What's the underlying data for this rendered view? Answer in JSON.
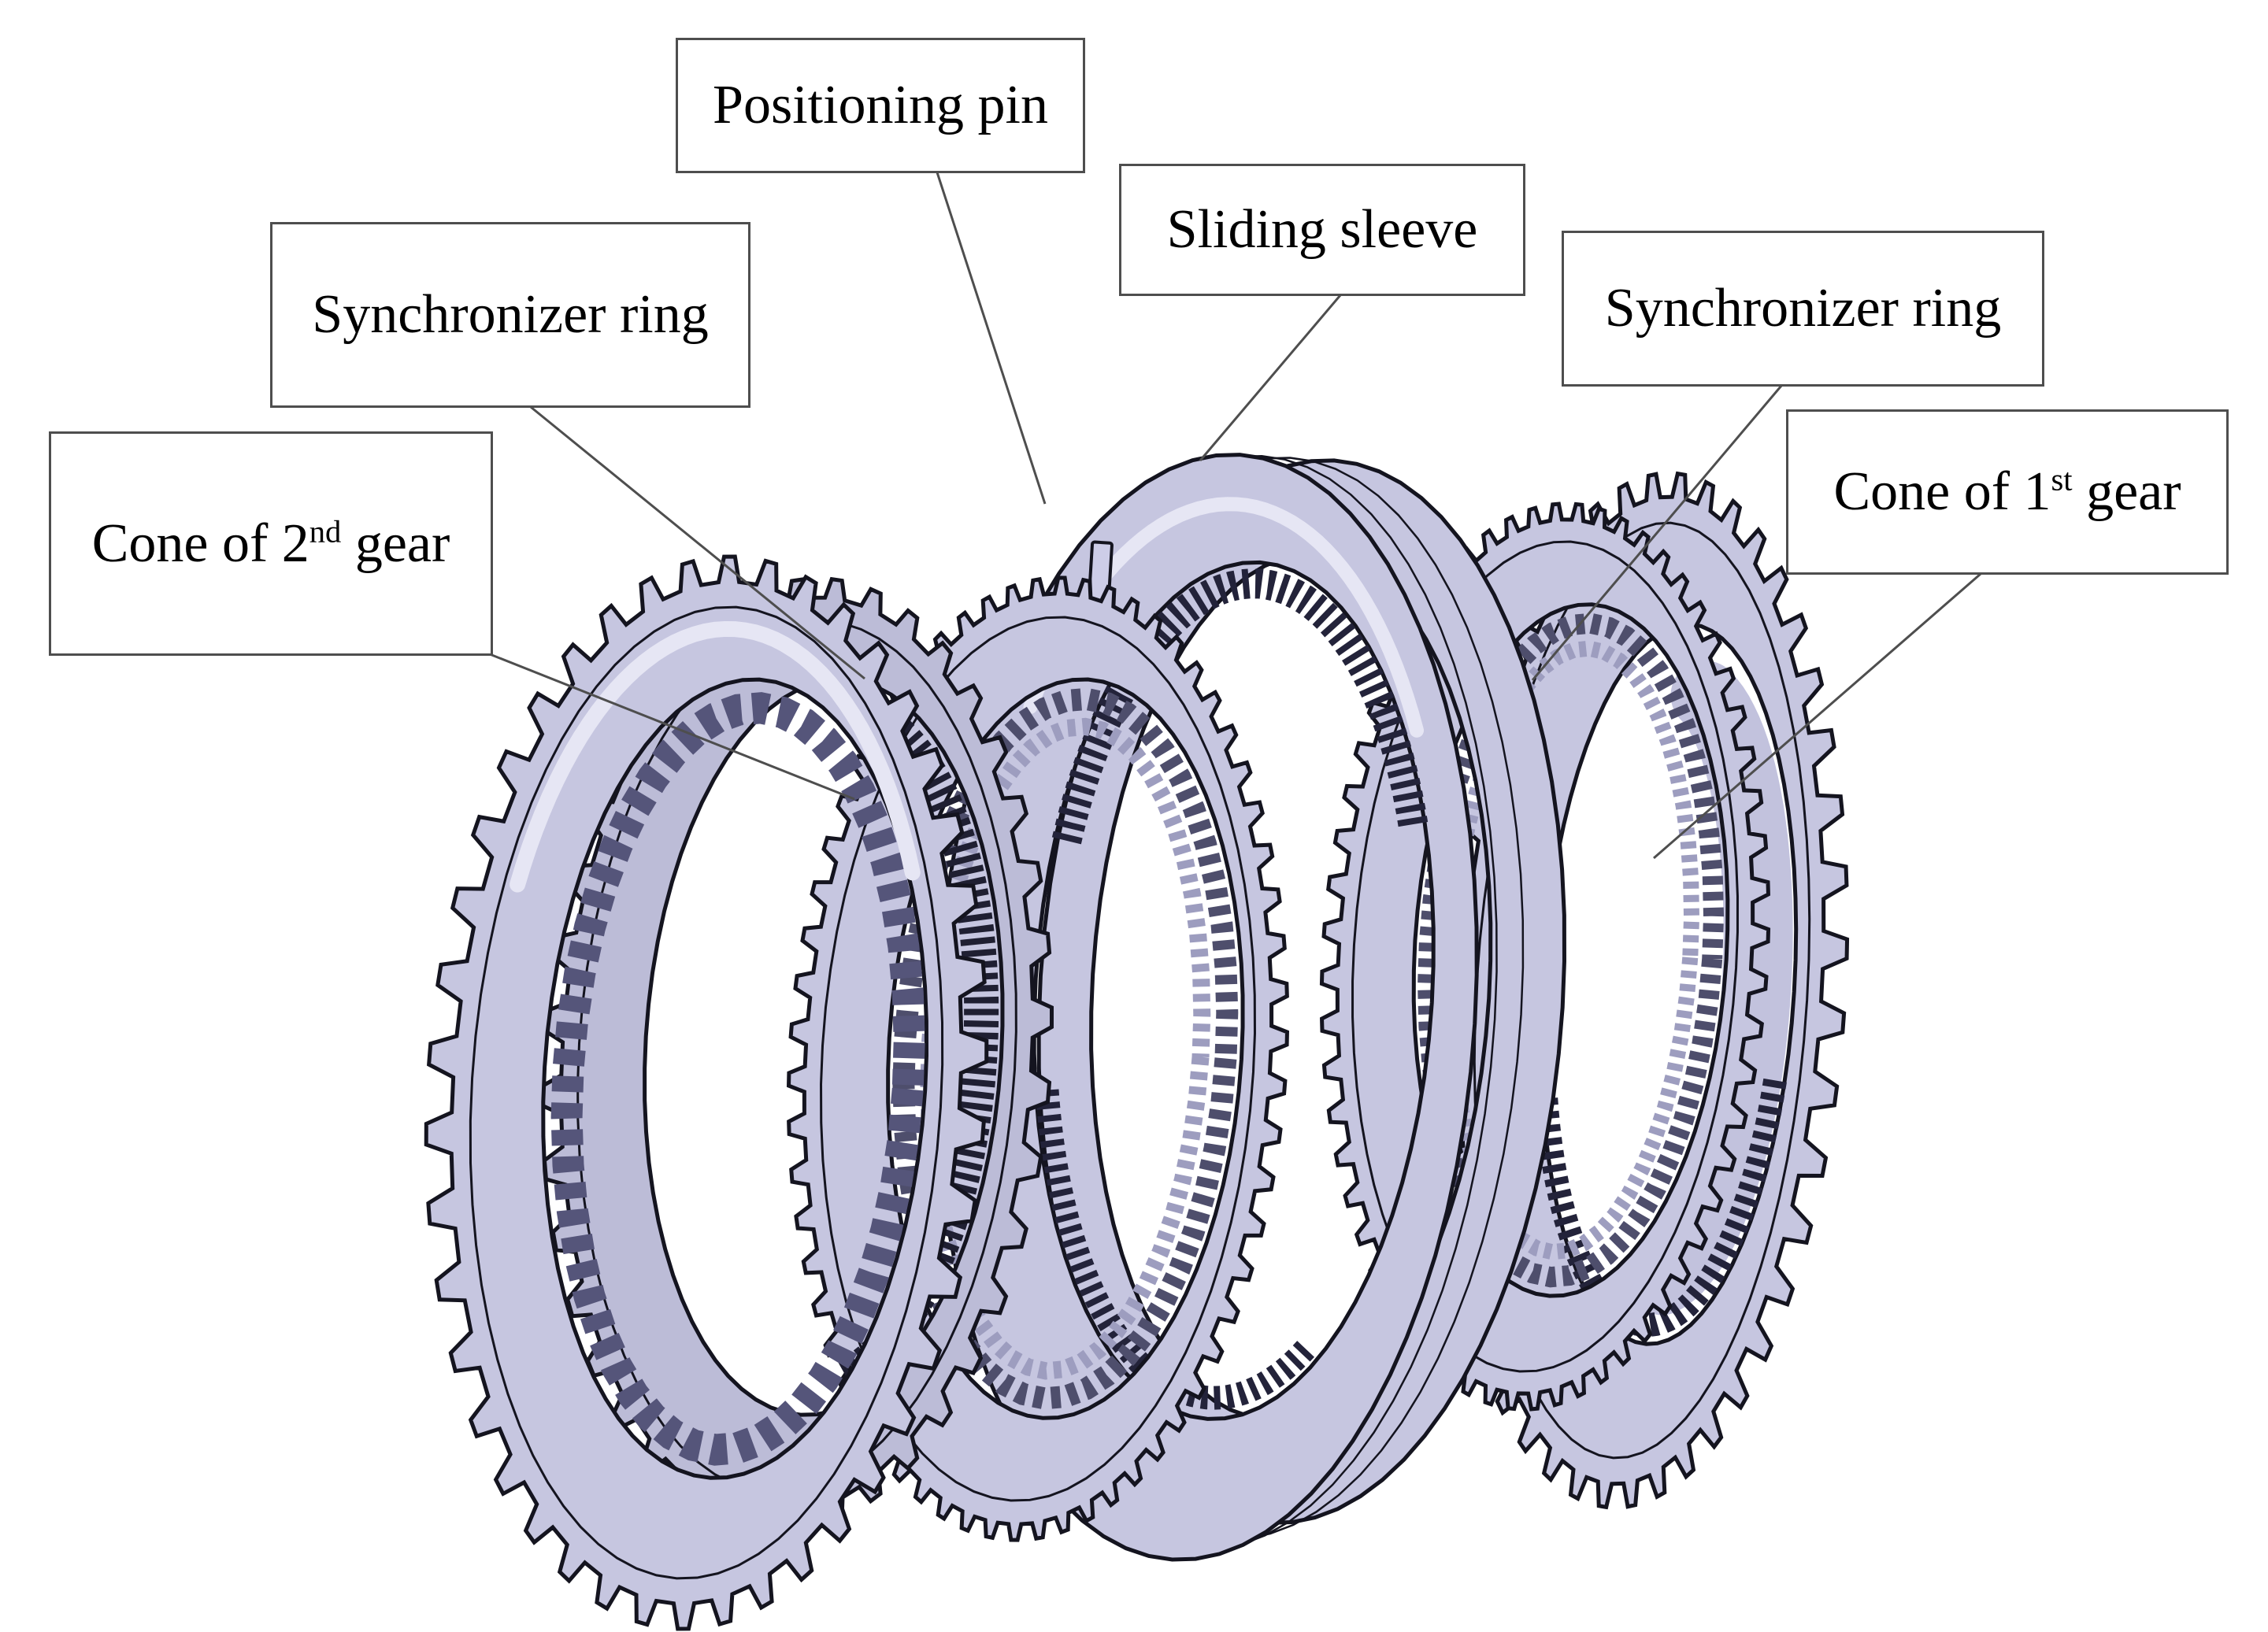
{
  "figure": {
    "background_color": "#ffffff",
    "part_fill_color": "#c6c6e0",
    "part_fill_alt_color": "#bcbcd7",
    "part_outline_color": "#14141f",
    "label_border_color": "#4e4e4e",
    "leader_line_color": "#4e4e4e",
    "label_text_color": "#000000"
  },
  "labels": {
    "positioning_pin": "Positioning pin",
    "sliding_sleeve": "Sliding sleeve",
    "synchronizer_ring_left": "Synchronizer ring",
    "synchronizer_ring_right": "Synchronizer ring",
    "cone_2nd_gear": {
      "base": "Cone of 2",
      "superscript": "nd",
      "rest": " gear"
    },
    "cone_1st_gear": {
      "base": "Cone of 1",
      "superscript": "st",
      "rest": " gear"
    }
  }
}
